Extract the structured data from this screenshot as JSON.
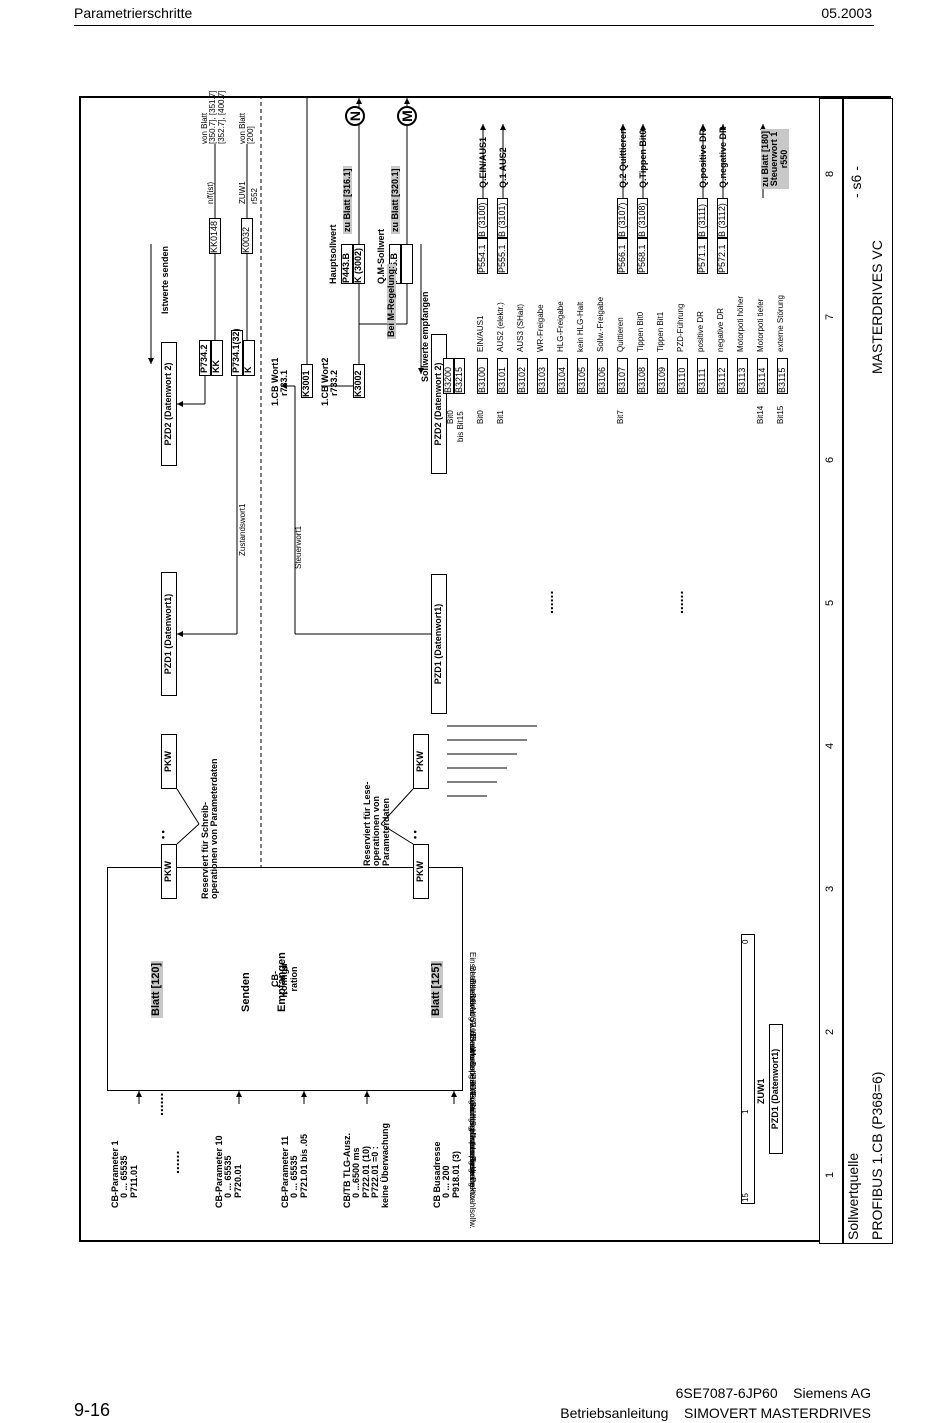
{
  "header": {
    "left": "Parametrierschritte",
    "right": "05.2003"
  },
  "footer": {
    "page": "9-16",
    "doc_number": "6SE7087-6JP60",
    "company": "Siemens AG",
    "manual": "Betriebsanleitung",
    "product": "SIMOVERT MASTERDRIVES"
  },
  "title_block": {
    "sheet_label": "Sollwertquelle",
    "sheet_title": "PROFIBUS 1.CB (P368=6)",
    "product": "MASTERDRIVES VC",
    "sheet_id": "- s6 -",
    "columns": [
      "1",
      "2",
      "3",
      "4",
      "5",
      "6",
      "7",
      "8"
    ]
  },
  "params_left": [
    {
      "name": "CB-Parameter 1",
      "range": "0 ... 65535",
      "param": "P711.01"
    },
    {
      "name": "CB-Parameter 10",
      "range": "0 ... 65535",
      "param": "P720.01"
    },
    {
      "name": "CB-Parameter 11",
      "range": "0 ... 65535",
      "param": "P721.01 bis .05"
    },
    {
      "name": "CB/TB TLG-Ausz.",
      "range": "0 ...6500 ms",
      "param": "P722.01 (10)",
      "extra1": "P722.01 =0 :",
      "extra2": "keine Überwachung"
    },
    {
      "name": "CB  Busadresse",
      "range": "0 ... 200",
      "param": "P918.01 (3)"
    }
  ],
  "config_box": {
    "l1": "CB-",
    "l2": "Konfigu-",
    "l3": "ration"
  },
  "dots": "......",
  "send": {
    "sheet_ref": "Blatt [120]",
    "label": "Senden",
    "pkw1": "PKW",
    "pkw2": "PKW",
    "reserved_l1": "Reserviert für Schreib-",
    "reserved_l2": "operationen von Parameterdaten",
    "pzd1": "PZD1 (Datenwort1)",
    "pzd2": "PZD2 (Datenwort 2)",
    "zustandswort": "Zustandswort1",
    "istwerte": "Istwerte senden",
    "p734_2": "P734.2",
    "p734_1": "P734.1(32)",
    "k": "K",
    "kk": "KK",
    "kk0148": "KK0148",
    "k0032": "K0032",
    "nfist": "n/f(ist)",
    "zuw1": "ZUW1",
    "r552": "r552",
    "vonblatt1": "von Blatt",
    "vonblatt1_refs1": "[350.7], [351.7]",
    "vonblatt1_refs2": "[352.7], [400.7]",
    "vonblatt2": "von Blatt",
    "vonblatt2_ref": "[200]"
  },
  "receive": {
    "sheet_ref": "Blatt [125]",
    "label": "Empfangen",
    "pkw1": "PKW",
    "pkw2": "PKW",
    "reserved_l1": "Reserviert für Lese-",
    "reserved_l2": "operationen von",
    "reserved_l3": "Parameterdaten",
    "pzd1": "PZD1 (Datenwort1)",
    "pzd2": "PZD2 (Datenwort 2)",
    "steuerwort": "Steuerwort1",
    "sollwerte": "Sollwerte empfangen",
    "cb_wort1": "1.CB Wort1",
    "r733_1": "r733.1",
    "k3001": "K3001",
    "cb_wort2": "1.CB Wort2",
    "r733_2": "r733.2",
    "k3002": "K3002",
    "hauptsollwert": "Hauptsollwert",
    "p443": "P443.B",
    "k3002_val": "K (3002)",
    "zu316": "zu Blatt [316.1]",
    "qmsollwert": "Q.M-Sollwert",
    "p486": "P486.B",
    "zu320": "zu Blatt [320.1]",
    "bei_m_regelung": "Bei M-Regelung:",
    "bit0": "Bit0",
    "bis_bit15": "bis Bit15",
    "b3200": "B3200",
    "b3215": "B3215"
  },
  "status_word": {
    "zuw1": "ZUW1",
    "pzd1": "PZD1 (Datenwort1)",
    "bit15": "15",
    "bit1": "1",
    "bit0": "0",
    "bits": [
      "Einschaltbereit",
      "Betriebsbereit",
      "Betrieb",
      "Störung wirksam",
      "AUS2 wirksam",
      "AUS3 wirksam",
      "Einschaltsperre",
      "Warnung wirksam",
      "Soll-Ist-Abweichung",
      "PZD-Führung",
      "Vergleichssollw. erreicht",
      "Störung Unterspannung",
      "HS ansteuern",
      "Hochlaufgeber aktiv",
      "pos./neg. Drehzahlsollw.",
      "Reserve"
    ]
  },
  "control_bits": [
    {
      "bit": "B3100",
      "name": "EIN/AUS1",
      "bitlabel": "Bit0",
      "param": "P554.1",
      "bval": "B (3100)",
      "target": "Q.EIN/AUS1"
    },
    {
      "bit": "B3101",
      "name": "AUS2 (elektr.)",
      "bitlabel": "Bit1",
      "param": "P555.1",
      "bval": "B (3101)",
      "target": "Q.1 AUS2"
    },
    {
      "bit": "B3102",
      "name": "AUS3 (SHalt)"
    },
    {
      "bit": "B3103",
      "name": "WR-Freigabe"
    },
    {
      "bit": "B3104",
      "name": "HLG-Freigabe"
    },
    {
      "bit": "B3105",
      "name": "kein HLG-Halt"
    },
    {
      "bit": "B3106",
      "name": "Sollw.-Freigabe"
    },
    {
      "bit": "B3107",
      "name": "Quittieren",
      "bitlabel": "Bit7",
      "param": "P566.1",
      "bval": "B (3107)",
      "target": "Q.2 Quittieren"
    },
    {
      "bit": "B3108",
      "name": "Tippen Bit0",
      "param": "P568.1",
      "bval": "B (3108)",
      "target": "Q.Tippen Bit0"
    },
    {
      "bit": "B3109",
      "name": "Tippen Bit1"
    },
    {
      "bit": "B3110",
      "name": "PZD-Führung"
    },
    {
      "bit": "B3111",
      "name": "positive DR",
      "param": "P571.1",
      "bval": "B (3111)",
      "target": "Q.positive DR"
    },
    {
      "bit": "B3112",
      "name": "negative DR",
      "param": "P572.1",
      "bval": "B (3112)",
      "target": "Q.negative DR"
    },
    {
      "bit": "B3113",
      "name": "Motorpoti höher"
    },
    {
      "bit": "B3114",
      "name": "Motorpoti tiefer",
      "bitlabel": "Bit14"
    },
    {
      "bit": "B3115",
      "name": "externe Störung",
      "bitlabel": "Bit15"
    }
  ],
  "steuerwort_out": {
    "l1": "zu Blatt [180]",
    "l2": "Steuerwort 1",
    "l3": "r550"
  },
  "markers": {
    "n": "N",
    "m": "M"
  }
}
